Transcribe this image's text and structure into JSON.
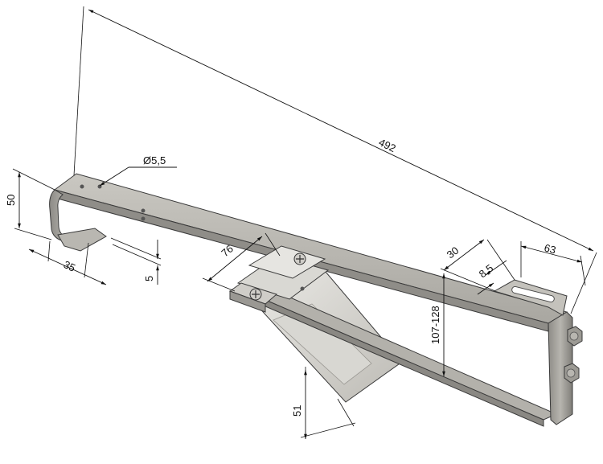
{
  "drawing": {
    "dimensions": {
      "overall_length": "492",
      "hole_diameter": "Ø5,5",
      "height": "50",
      "hook_width": "35",
      "thickness": "5",
      "clamp_width": "76",
      "slot_length": "30",
      "slot_width": "8,5",
      "end_width": "63",
      "adjust_range": "107-128",
      "bottom_depth": "51"
    }
  }
}
